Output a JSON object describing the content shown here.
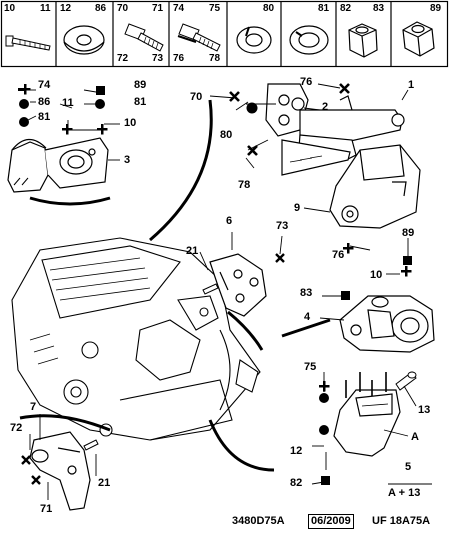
{
  "header_cells": [
    {
      "left": "10",
      "right": "11",
      "bottom_left": "",
      "bottom_right": ""
    },
    {
      "left": "12",
      "right": "86",
      "bottom_left": "",
      "bottom_right": ""
    },
    {
      "left": "70",
      "right": "71",
      "bottom_left": "72",
      "bottom_right": "73"
    },
    {
      "left": "74",
      "right": "75",
      "bottom_left": "76",
      "bottom_right": "78"
    },
    {
      "left": "",
      "right": "80",
      "bottom_left": "",
      "bottom_right": ""
    },
    {
      "left": "",
      "right": "81",
      "bottom_left": "",
      "bottom_right": ""
    },
    {
      "left": "82",
      "right": "83",
      "bottom_left": "",
      "bottom_right": ""
    },
    {
      "left": "",
      "right": "89",
      "bottom_left": "",
      "bottom_right": ""
    }
  ],
  "callouts": {
    "top_left": [
      "74",
      "86",
      "81",
      "11",
      "10",
      "3",
      "89",
      "81"
    ],
    "top_right": [
      "70",
      "80",
      "2",
      "76",
      "1",
      "78",
      "9",
      "76"
    ],
    "middle": [
      "6",
      "21",
      "73"
    ],
    "right_mid": [
      "89",
      "10",
      "83",
      "4"
    ],
    "right_low": [
      "75",
      "13",
      "A",
      "12",
      "82"
    ],
    "bottom_left": [
      "7",
      "72",
      "21",
      "71"
    ]
  },
  "legend": {
    "number": "5",
    "formula": "A + 13"
  },
  "footer": {
    "ref": "3480D75A",
    "date": "06/2009",
    "code": "UF 18A75A"
  }
}
